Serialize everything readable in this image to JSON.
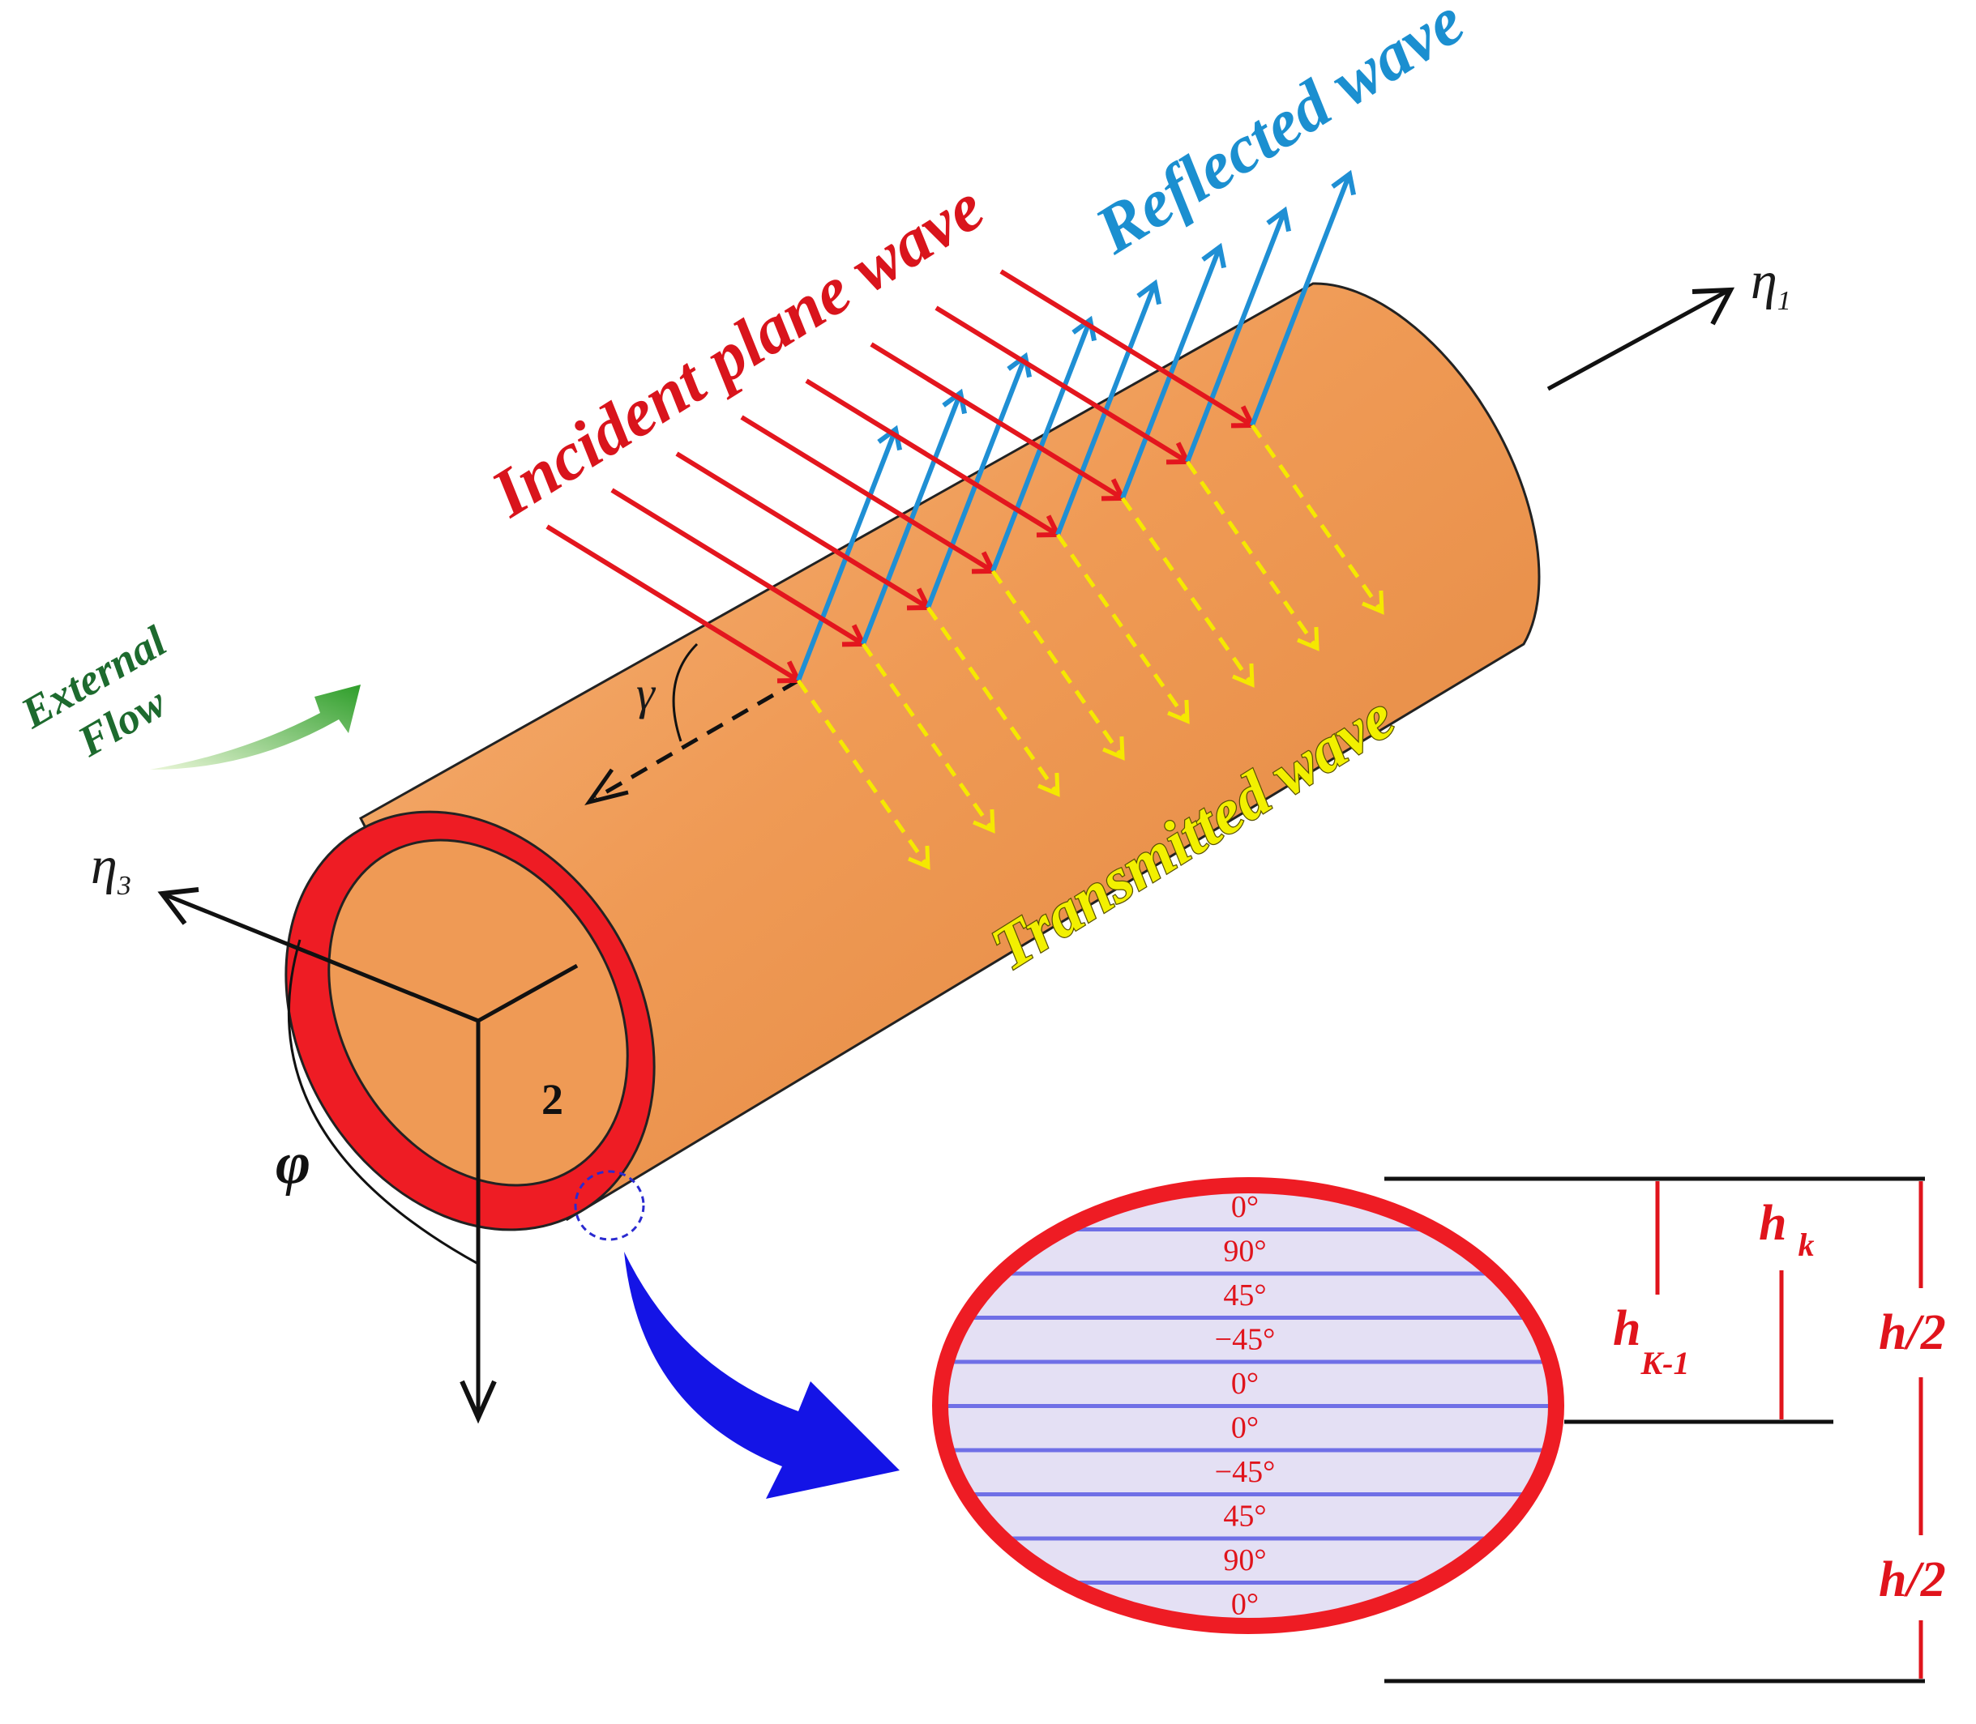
{
  "labels": {
    "incident": "Incident plane wave",
    "reflected": "Reflected wave",
    "transmitted": "Transmitted wave",
    "flow_line1": "External",
    "flow_line2": "Flow",
    "eta1_main": "η",
    "eta1_sub": "1",
    "eta3_main": "η",
    "eta3_sub": "3",
    "gamma": "γ",
    "phi": "φ",
    "layer_number": "2",
    "h_k_main": "h",
    "h_k_sub": "k",
    "h_k1_main": "h",
    "h_k1_sub": "K-1",
    "h_half_top": "h/2",
    "h_half_bottom": "h/2"
  },
  "plies": [
    "0°",
    "90°",
    "45°",
    "−45°",
    "0°",
    "0°",
    "−45°",
    "45°",
    "90°",
    "0°"
  ],
  "colors": {
    "cylinder": "#ef9a55",
    "ring": "#ee1c24",
    "incident": "#e3161e",
    "reflected": "#1f8fd4",
    "transmitted": "#f5e800",
    "laminate_fill": "#e4e0f4",
    "ply_line": "#6f6fe6",
    "flow_arrow": "#2e9e2a",
    "zoom_arrow": "#1414e6"
  }
}
